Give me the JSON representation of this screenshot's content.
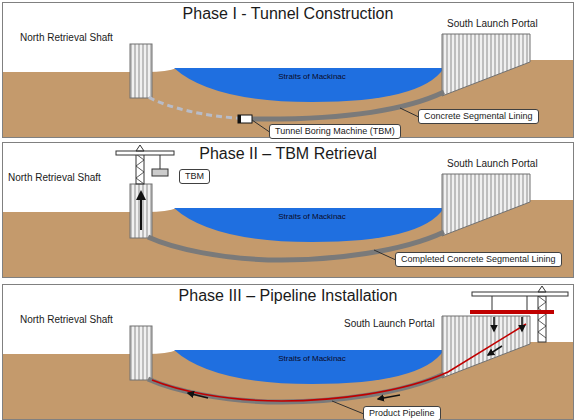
{
  "diagram": {
    "nodes": [
      {
        "text": [
          "Phase I - Tunnel Construction"
        ]
      },
      {
        "text": [
          "Concrete Segmental Lining"
        ],
        "in": 0
      },
      {
        "text": [
          "Tunnel Boring Machine (TBM)"
        ],
        "in": 0
      },
      {
        "text": [
          "Phase II – TBM Retrieval"
        ]
      },
      {
        "text": [
          "TBM"
        ],
        "in": 3
      },
      {
        "text": [
          "Completed Concrete Segmental Lining"
        ],
        "in": 3
      },
      {
        "text": [
          "Phase III – Pipeline Installation"
        ]
      },
      {
        "text": [
          "Product Pipeline"
        ],
        "in": 6
      }
    ],
    "labels": [
      "North Retrieval Shaft",
      "South Launch Portal",
      "Straits of Mackinac",
      "North Retrieval Shaft",
      "South Launch Portal",
      "Straits of Mackinac",
      "North Retrieval Shaft",
      "South Launch Portal",
      "Straits of Mackinac"
    ]
  }
}
